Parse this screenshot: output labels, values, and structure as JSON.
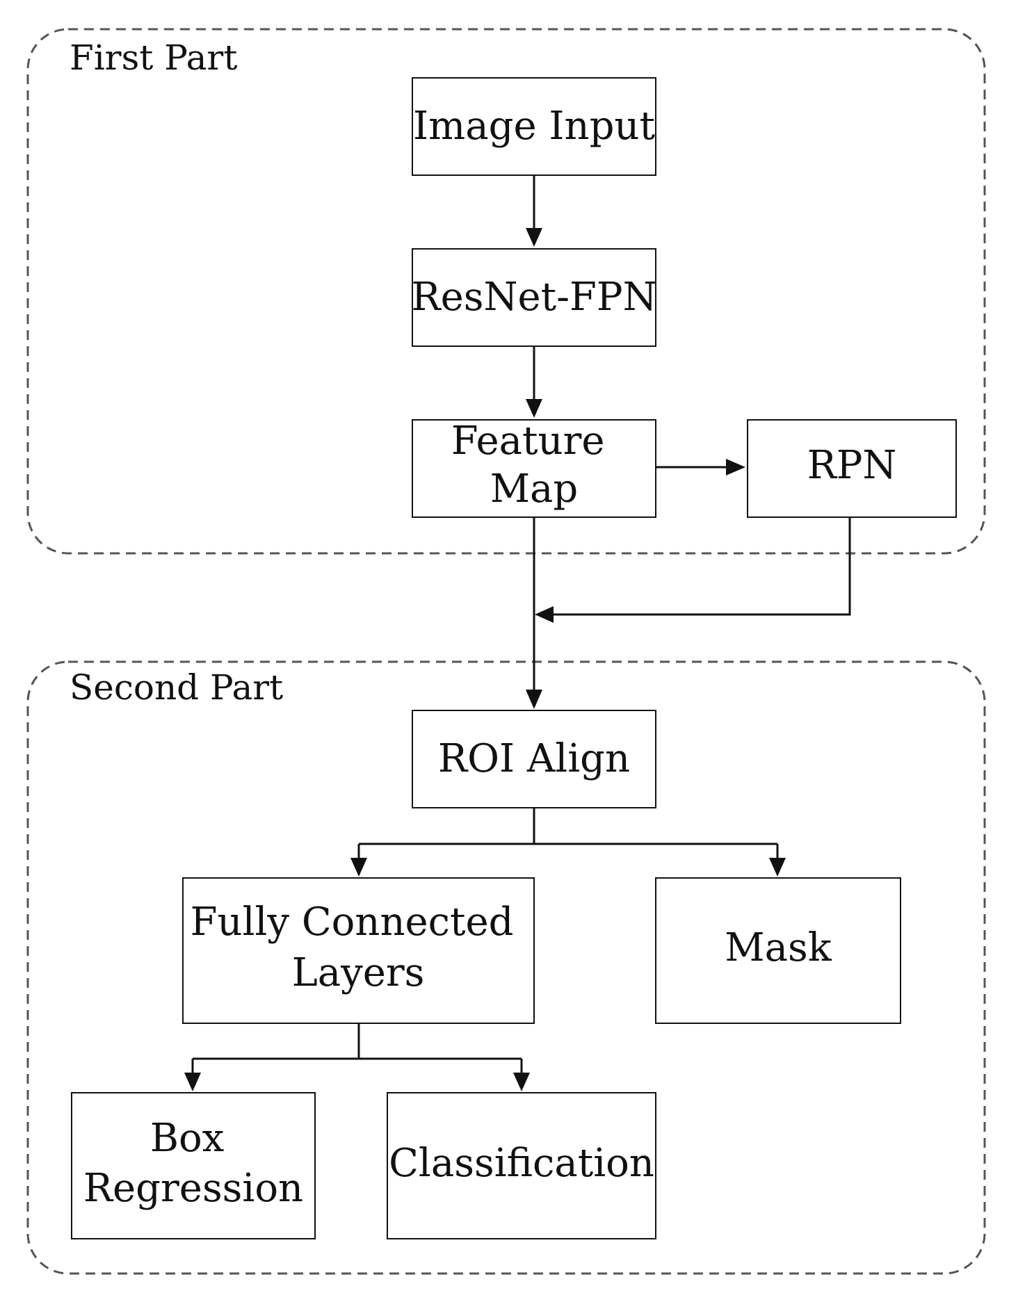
{
  "groups": {
    "first": {
      "label": "First Part"
    },
    "second": {
      "label": "Second Part"
    }
  },
  "nodes": {
    "image_input": {
      "lines": [
        "Image Input"
      ]
    },
    "resnet_fpn": {
      "lines": [
        "ResNet-FPN"
      ]
    },
    "feature_map": {
      "lines": [
        "Feature",
        "Map"
      ]
    },
    "rpn": {
      "lines": [
        "RPN"
      ]
    },
    "roi_align": {
      "lines": [
        "ROI Align"
      ]
    },
    "fully_connected": {
      "lines": [
        "Fully Connected",
        "Layers"
      ]
    },
    "mask": {
      "lines": [
        "Mask"
      ]
    },
    "box_regression": {
      "lines": [
        "Box",
        "Regression"
      ]
    },
    "classification": {
      "lines": [
        "Classification"
      ]
    }
  },
  "edges": [
    {
      "from": "image_input",
      "to": "resnet_fpn"
    },
    {
      "from": "resnet_fpn",
      "to": "feature_map"
    },
    {
      "from": "feature_map",
      "to": "rpn"
    },
    {
      "from": "feature_map",
      "to": "roi_align"
    },
    {
      "from": "rpn",
      "to": "roi_align"
    },
    {
      "from": "roi_align",
      "to": "fully_connected"
    },
    {
      "from": "roi_align",
      "to": "mask"
    },
    {
      "from": "fully_connected",
      "to": "box_regression"
    },
    {
      "from": "fully_connected",
      "to": "classification"
    }
  ]
}
